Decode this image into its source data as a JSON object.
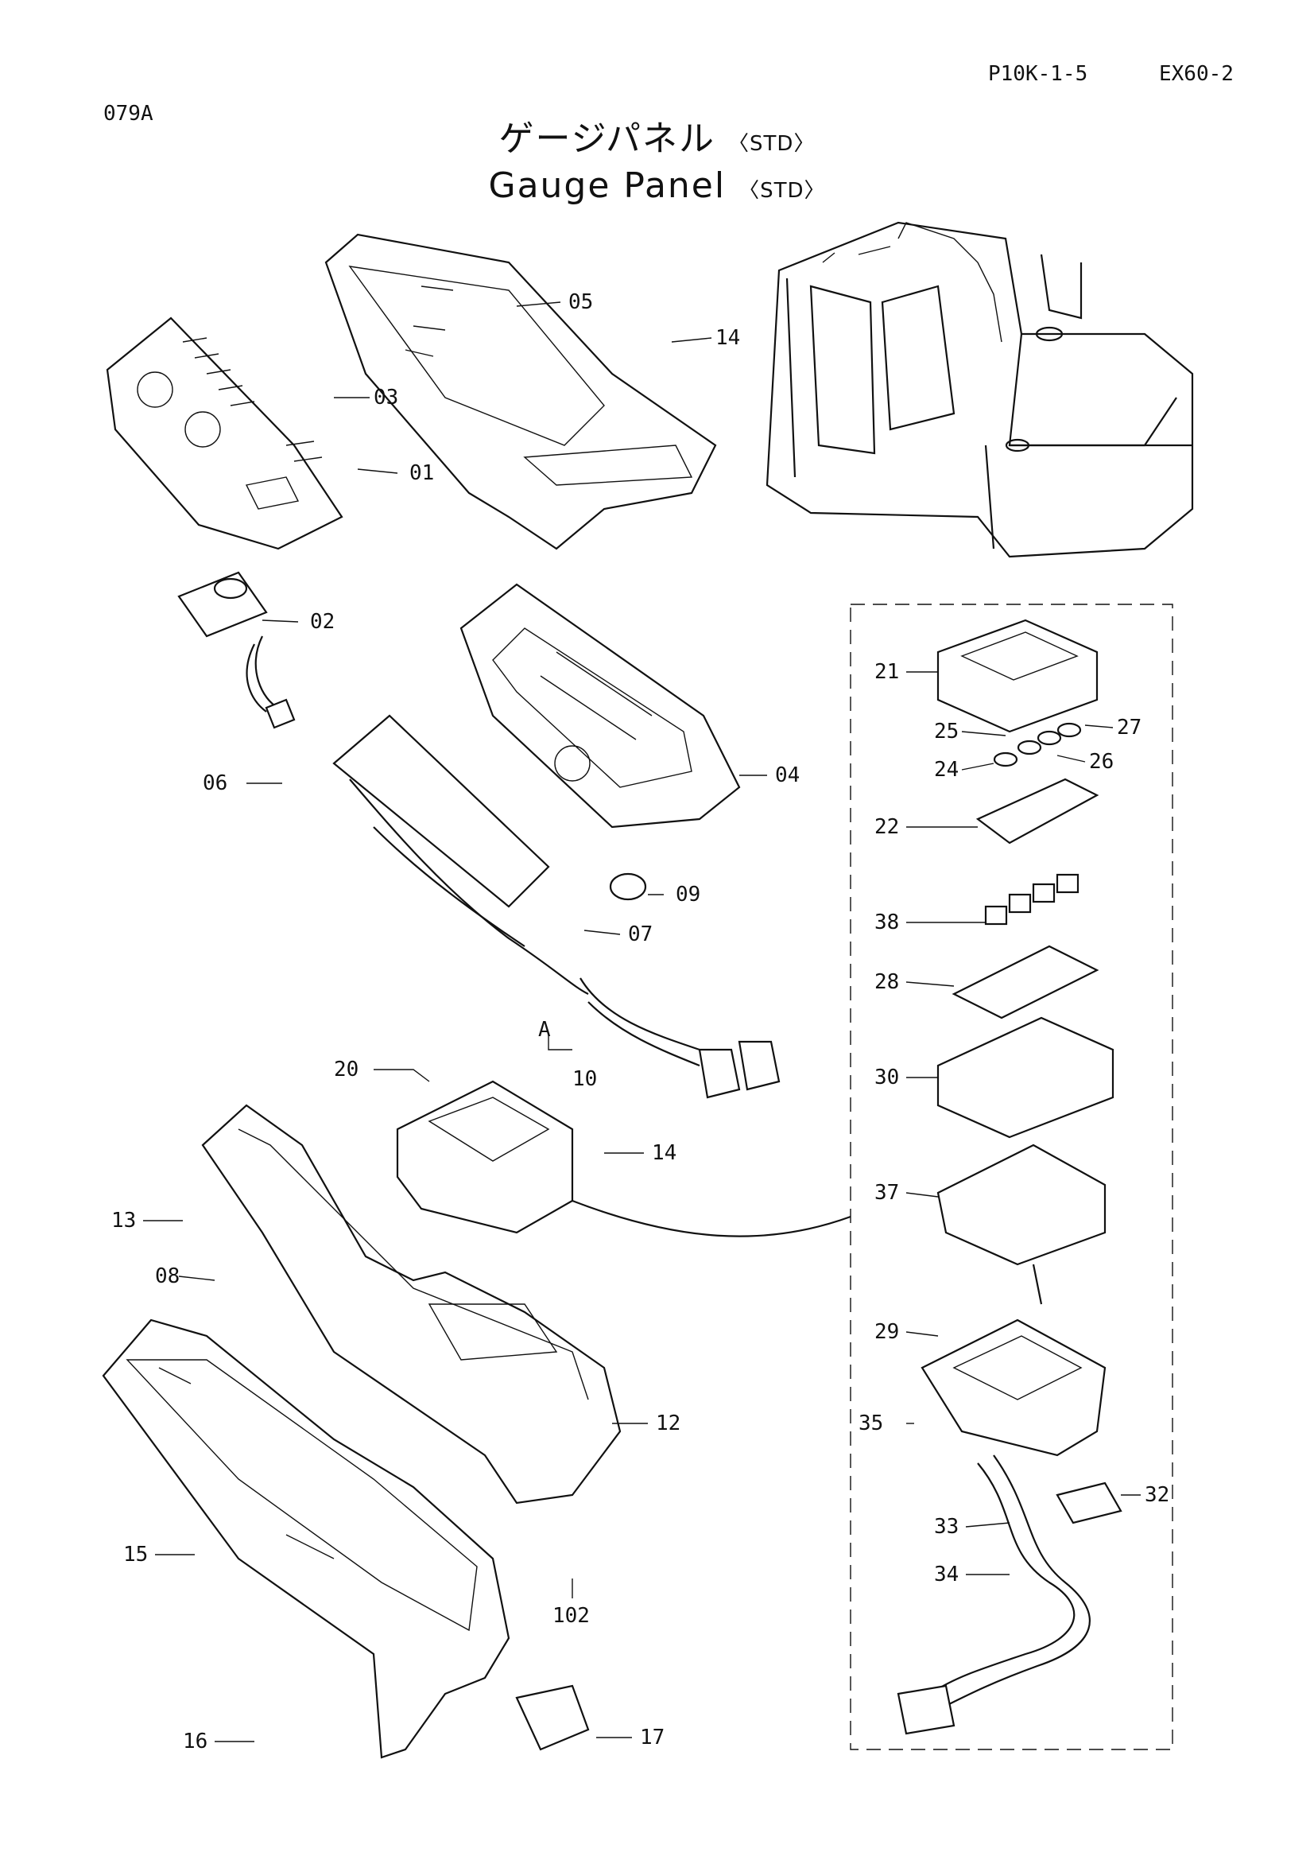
{
  "header": {
    "page_code": "P10K-1-5",
    "model": "EX60-2",
    "figure_id": "079A"
  },
  "title": {
    "japanese": "ゲージパネル",
    "english": "Gauge Panel",
    "variant": "〈STD〉"
  },
  "callouts": [
    "05",
    "14",
    "03",
    "01",
    "02",
    "04",
    "06",
    "09",
    "07",
    "A",
    "10",
    "20",
    "14",
    "13",
    "08",
    "12",
    "15",
    "102",
    "16",
    "17",
    "21",
    "25",
    "27",
    "24",
    "26",
    "22",
    "38",
    "28",
    "30",
    "37",
    "29",
    "35",
    "32",
    "33",
    "34"
  ]
}
